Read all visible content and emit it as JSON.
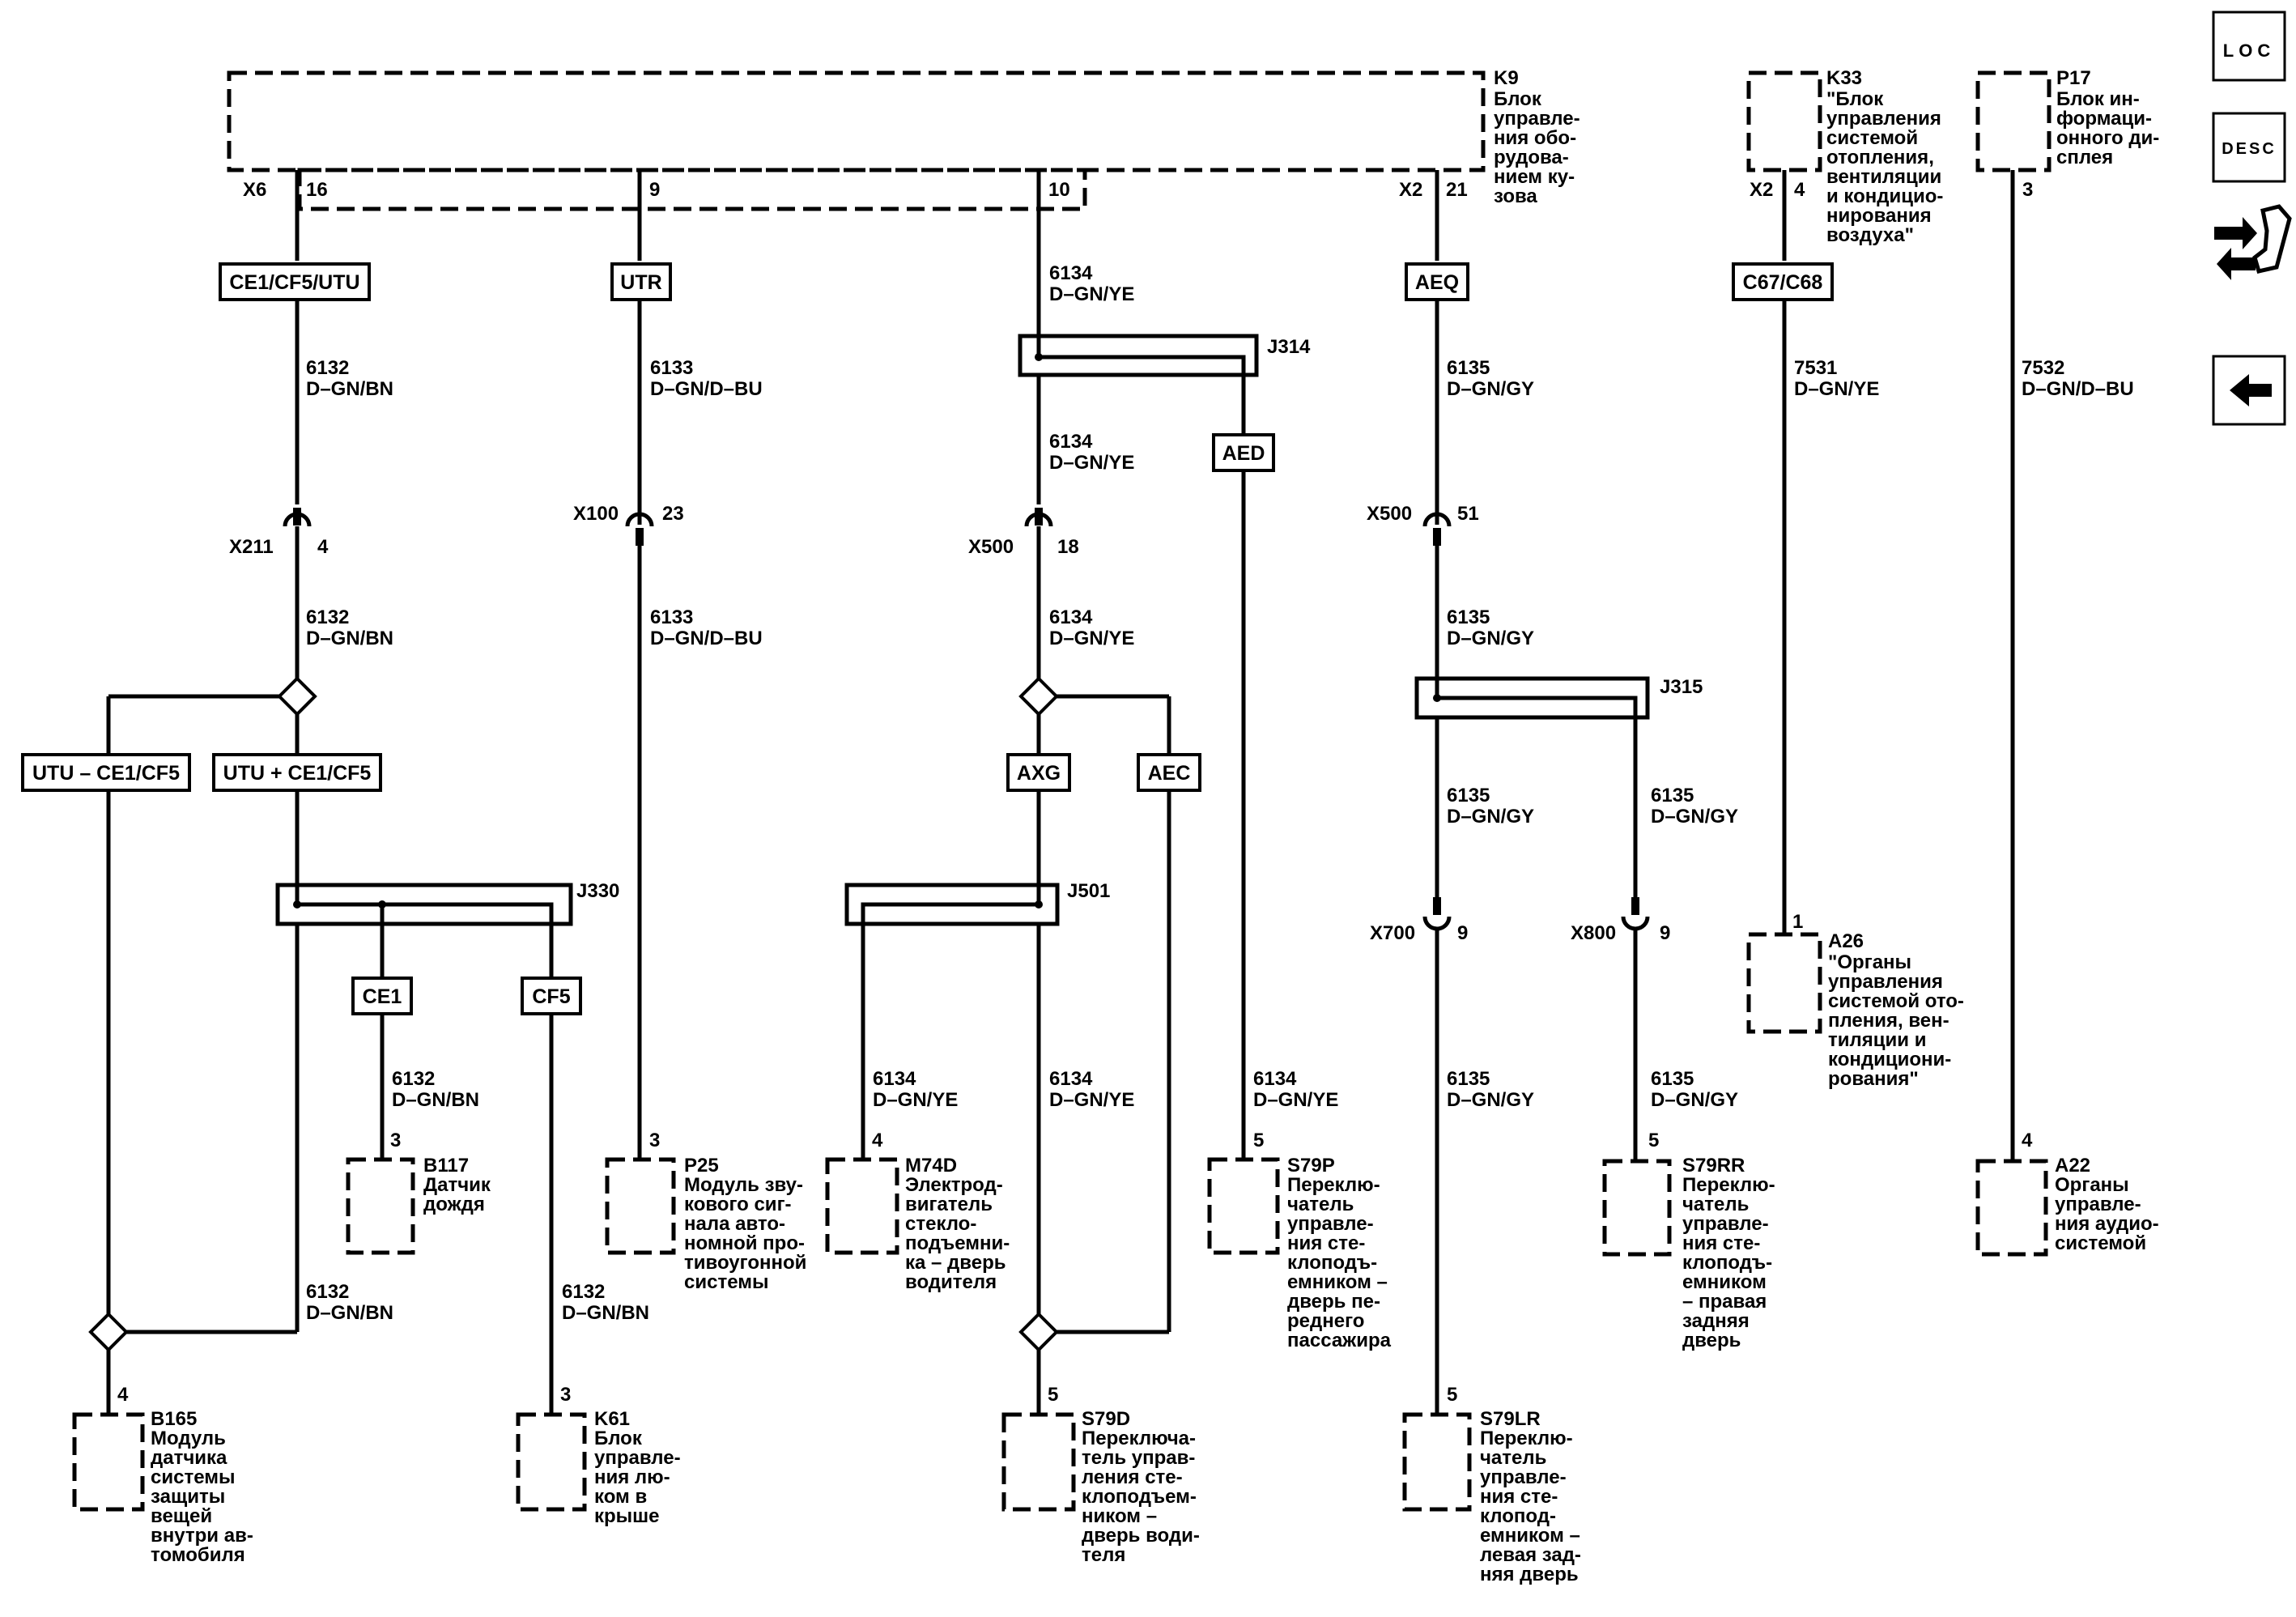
{
  "nav": {
    "loc": "LOC",
    "desc": "DESC",
    "tools_icon": "connector-tools-icon",
    "back_icon": "back-arrow-icon"
  },
  "modules": {
    "k9": {
      "id": "K9",
      "lines": [
        "Блок",
        "управле-",
        "ния обо-",
        "рудова-",
        "нием ку-",
        "зова"
      ]
    },
    "k33": {
      "id": "K33",
      "lines": [
        "\"Блок",
        "управления",
        "системой",
        "отопления,",
        "вентиляции",
        "и кондицио-",
        "нирования",
        "воздуха\""
      ]
    },
    "p17": {
      "id": "P17",
      "lines": [
        "Блок ин-",
        "формаци-",
        "онного ди-",
        "сплея"
      ]
    },
    "b117": {
      "id": "B117",
      "lines": [
        "Датчик",
        "дождя"
      ]
    },
    "p25": {
      "id": "P25",
      "lines": [
        "Модуль зву-",
        "кового сиг-",
        "нала авто-",
        "номной про-",
        "тивоугонной",
        "системы"
      ]
    },
    "m74d": {
      "id": "M74D",
      "lines": [
        "Электрод-",
        "вигатель",
        "стекло-",
        "подъемни-",
        "ка – дверь",
        "водителя"
      ]
    },
    "s79p": {
      "id": "S79P",
      "lines": [
        "Переклю-",
        "чатель",
        "управле-",
        "ния сте-",
        "клоподъ-",
        "емником –",
        "дверь пе-",
        "реднего",
        "пассажира"
      ]
    },
    "s79rr": {
      "id": "S79RR",
      "lines": [
        "Переклю-",
        "чатель",
        "управле-",
        "ния сте-",
        "клоподъ-",
        "емником",
        "– правая",
        "задняя",
        "дверь"
      ]
    },
    "a22": {
      "id": "A22",
      "lines": [
        "Органы",
        "управле-",
        "ния аудио-",
        "системой"
      ]
    },
    "a26": {
      "id": "A26",
      "lines": [
        "\"Органы",
        "управления",
        "системой ото-",
        "пления, вен-",
        "тиляции и",
        "кондициони-",
        "рования\""
      ]
    },
    "b165": {
      "id": "B165",
      "lines": [
        "Модуль",
        "датчика",
        "системы",
        "защиты",
        "вещей",
        "внутри ав-",
        "томобиля"
      ]
    },
    "k61": {
      "id": "K61",
      "lines": [
        "Блок",
        "управле-",
        "ния лю-",
        "ком в",
        "крыше"
      ]
    },
    "s79d": {
      "id": "S79D",
      "lines": [
        "Переключа-",
        "тель управ-",
        "ления сте-",
        "клоподъем-",
        "ником –",
        "дверь води-",
        "теля"
      ]
    },
    "s79lr": {
      "id": "S79LR",
      "lines": [
        "Переклю-",
        "чатель",
        "управле-",
        "ния сте-",
        "клопод-",
        "емником –",
        "левая зад-",
        "няя дверь"
      ]
    }
  },
  "connectors": {
    "x6": "X6",
    "x2a": "X2",
    "x2b": "X2",
    "x211": "X211",
    "x100": "X100",
    "x500a": "X500",
    "x500b": "X500",
    "x700": "X700",
    "x800": "X800"
  },
  "pins": {
    "k9_16": "16",
    "k9_9": "9",
    "k9_10": "10",
    "k9_21": "21",
    "k33_4": "4",
    "p17_3": "3",
    "x211": "4",
    "x100": "23",
    "x500a": "18",
    "x500b": "51",
    "x700": "9",
    "x800": "9",
    "b117": "3",
    "p25": "3",
    "m74d": "4",
    "s79p": "5",
    "s79rr": "5",
    "a22": "4",
    "a26": "1",
    "b165": "4",
    "k61": "3",
    "s79d": "5",
    "s79lr": "5"
  },
  "options": {
    "ce1cf5utu": "CE1/CF5/UTU",
    "utr": "UTR",
    "aeq": "AEQ",
    "c67c68": "C67/C68",
    "aed": "AED",
    "utu_minus": "UTU – CE1/CF5",
    "utu_plus": "UTU + CE1/CF5",
    "axg": "AXG",
    "aec": "AEC",
    "ce1": "CE1",
    "cf5": "CF5"
  },
  "splices": {
    "j314": "J314",
    "j315": "J315",
    "j330": "J330",
    "j501": "J501"
  },
  "circuits": {
    "c6132": "6132",
    "bn": "D–GN/BN",
    "c6133": "6133",
    "dbu": "D–GN/D–BU",
    "c6134": "6134",
    "ye": "D–GN/YE",
    "c6135": "6135",
    "gy": "D–GN/GY",
    "c7531": "7531",
    "c7532": "7532"
  }
}
